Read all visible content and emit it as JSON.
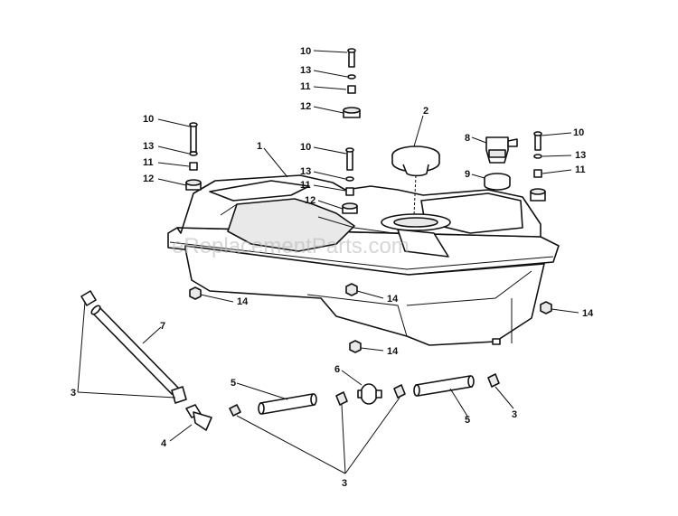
{
  "watermark": "eReplacementParts.com",
  "callouts": {
    "c1": "1",
    "c2": "2",
    "c3a": "3",
    "c3b": "3",
    "c3c": "3",
    "c4": "4",
    "c5a": "5",
    "c5b": "5",
    "c6": "6",
    "c7": "7",
    "c8": "8",
    "c9": "9",
    "c10a": "10",
    "c10b": "10",
    "c10c": "10",
    "c10d": "10",
    "c11a": "11",
    "c11b": "11",
    "c11c": "11",
    "c11d": "11",
    "c12a": "12",
    "c12b": "12",
    "c12c": "12",
    "c13a": "13",
    "c13b": "13",
    "c13c": "13",
    "c13d": "13",
    "c14a": "14",
    "c14b": "14",
    "c14c": "14",
    "c14d": "14"
  }
}
